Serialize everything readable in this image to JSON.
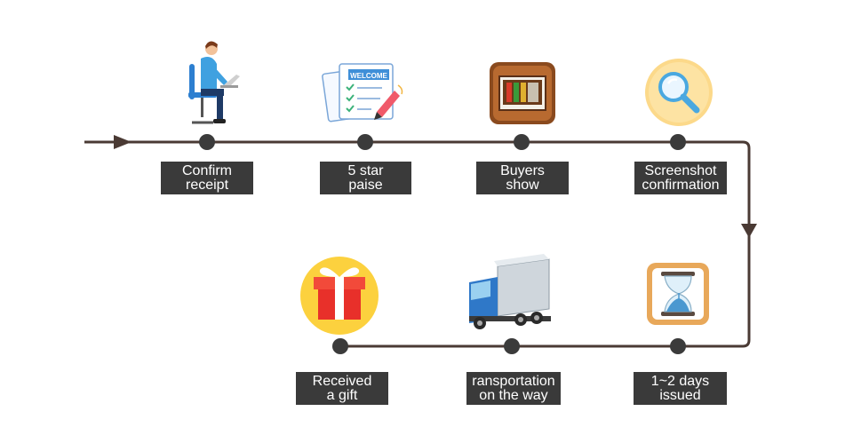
{
  "colors": {
    "line": "#4a3a34",
    "node": "#3b3b3b",
    "label_bg": "#3a3a3a",
    "label_text": "#ffffff"
  },
  "steps": [
    {
      "line1": "Confirm",
      "line2": "receipt",
      "icon": "person-at-laptop-icon"
    },
    {
      "line1": "5 star",
      "line2": "paise",
      "icon": "welcome-checklist-icon"
    },
    {
      "line1": "Buyers",
      "line2": "show",
      "icon": "photo-frame-icon"
    },
    {
      "line1": "Screenshot",
      "line2": "confirmation",
      "icon": "magnifier-icon"
    },
    {
      "line1": "1~2 days",
      "line2": "issued",
      "icon": "hourglass-icon"
    },
    {
      "line1": "ransportation",
      "line2": "on the way",
      "icon": "delivery-truck-icon"
    },
    {
      "line1": "Received",
      "line2": "a gift",
      "icon": "gift-box-icon"
    }
  ]
}
